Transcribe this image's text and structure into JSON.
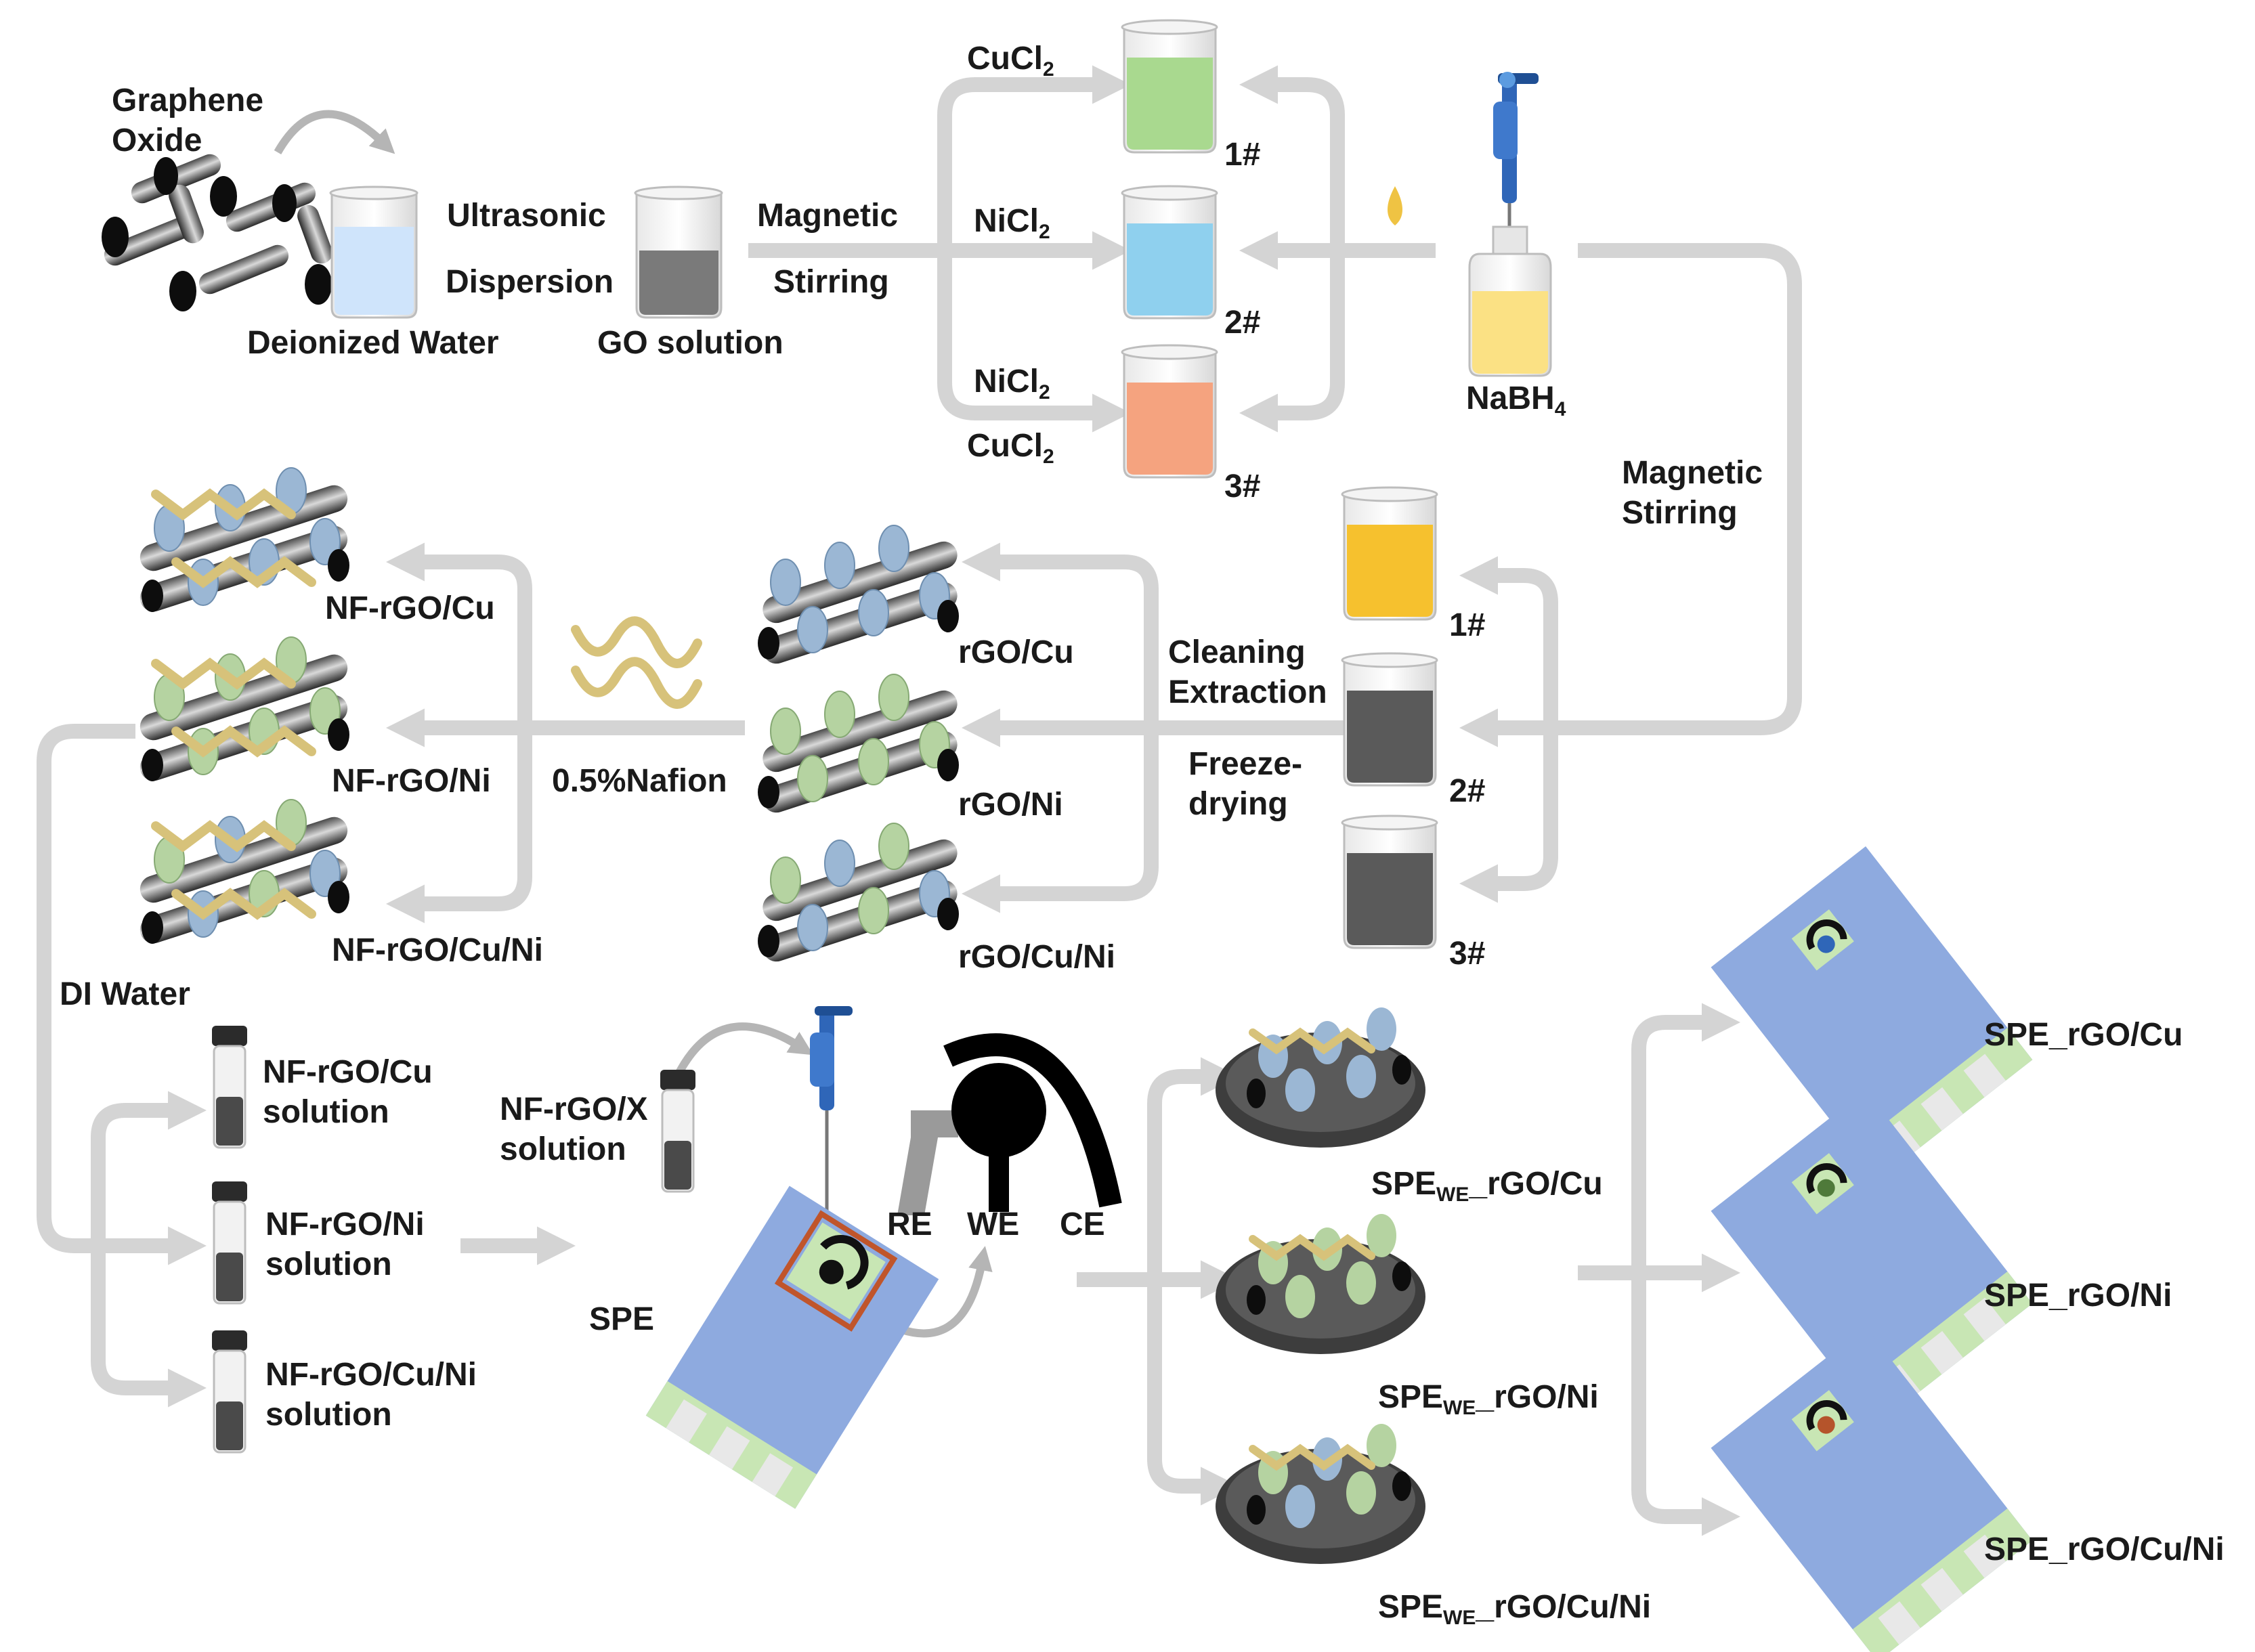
{
  "labels": {
    "graphene_oxide": "Graphene\nOxide",
    "deionized_water": "Deionized Water",
    "ultrasonic": "Ultrasonic",
    "dispersion": "Dispersion",
    "go_solution": "GO solution",
    "magnetic_top": "Magnetic",
    "stirring_top": "Stirring",
    "cucl_main": "CuCl",
    "nicl_main": "NiCl",
    "nicl_mix": "NiCl",
    "cucl_mix": "CuCl",
    "chloride_subscript": "2",
    "beaker_1": "1#",
    "beaker_2": "2#",
    "beaker_3": "3#",
    "nabh_main": "NaBH",
    "nabh_subscript": "4",
    "magnetic_stirring_right": "Magnetic\nStirring",
    "reduced_1": "1#",
    "reduced_2": "2#",
    "reduced_3": "3#",
    "cleaning_extraction": "Cleaning\nExtraction",
    "freeze_drying": "Freeze-\ndrying",
    "rgo_cu": "rGO/Cu",
    "rgo_ni": "rGO/Ni",
    "rgo_cuni": "rGO/Cu/Ni",
    "nafion": "0.5%Nafion",
    "nf_rgo_cu": "NF-rGO/Cu",
    "nf_rgo_ni": "NF-rGO/Ni",
    "nf_rgo_cuni": "NF-rGO/Cu/Ni",
    "di_water": "DI Water",
    "vial_cu": "NF-rGO/Cu\nsolution",
    "vial_ni": "NF-rGO/Ni\nsolution",
    "vial_cuni": "NF-rGO/Cu/Ni\nsolution",
    "vial_x": "NF-rGO/X\nsolution",
    "spe": "SPE",
    "re": "RE",
    "we": "WE",
    "ce": "CE",
    "spe_we_prefix": "SPE",
    "spe_we_sub": "WE",
    "spe_we_cu_suffix": "_rGO/Cu",
    "spe_we_ni_suffix": "_rGO/Ni",
    "spe_we_cuni_suffix": "_rGO/Cu/Ni",
    "spe_rgo_cu": "SPE_rGO/Cu",
    "spe_rgo_ni": "SPE_rGO/Ni",
    "spe_rgo_cuni": "SPE_rGO/Cu/Ni"
  },
  "colors": {
    "arrow": "#d4d4d4",
    "beaker_1_liquid": "#a9d98f",
    "beaker_2_liquid": "#8fd0ee",
    "beaker_3_liquid": "#f5a37f",
    "water": "#cfe4fb",
    "go_solution": "#8c8c8c",
    "nabh4": "#fbe184",
    "reduced_1": "#f6c12e",
    "reduced_dark": "#5a5a5a",
    "spe_board": "#8eaadf",
    "spe_contact": "#c8e6b4",
    "cu_particle": "#9bb7d4",
    "ni_particle": "#b5d3a1",
    "nafion_fiber": "#d7c27a",
    "pipette": "#2f66b8",
    "highlight_box": "#c0552b"
  }
}
